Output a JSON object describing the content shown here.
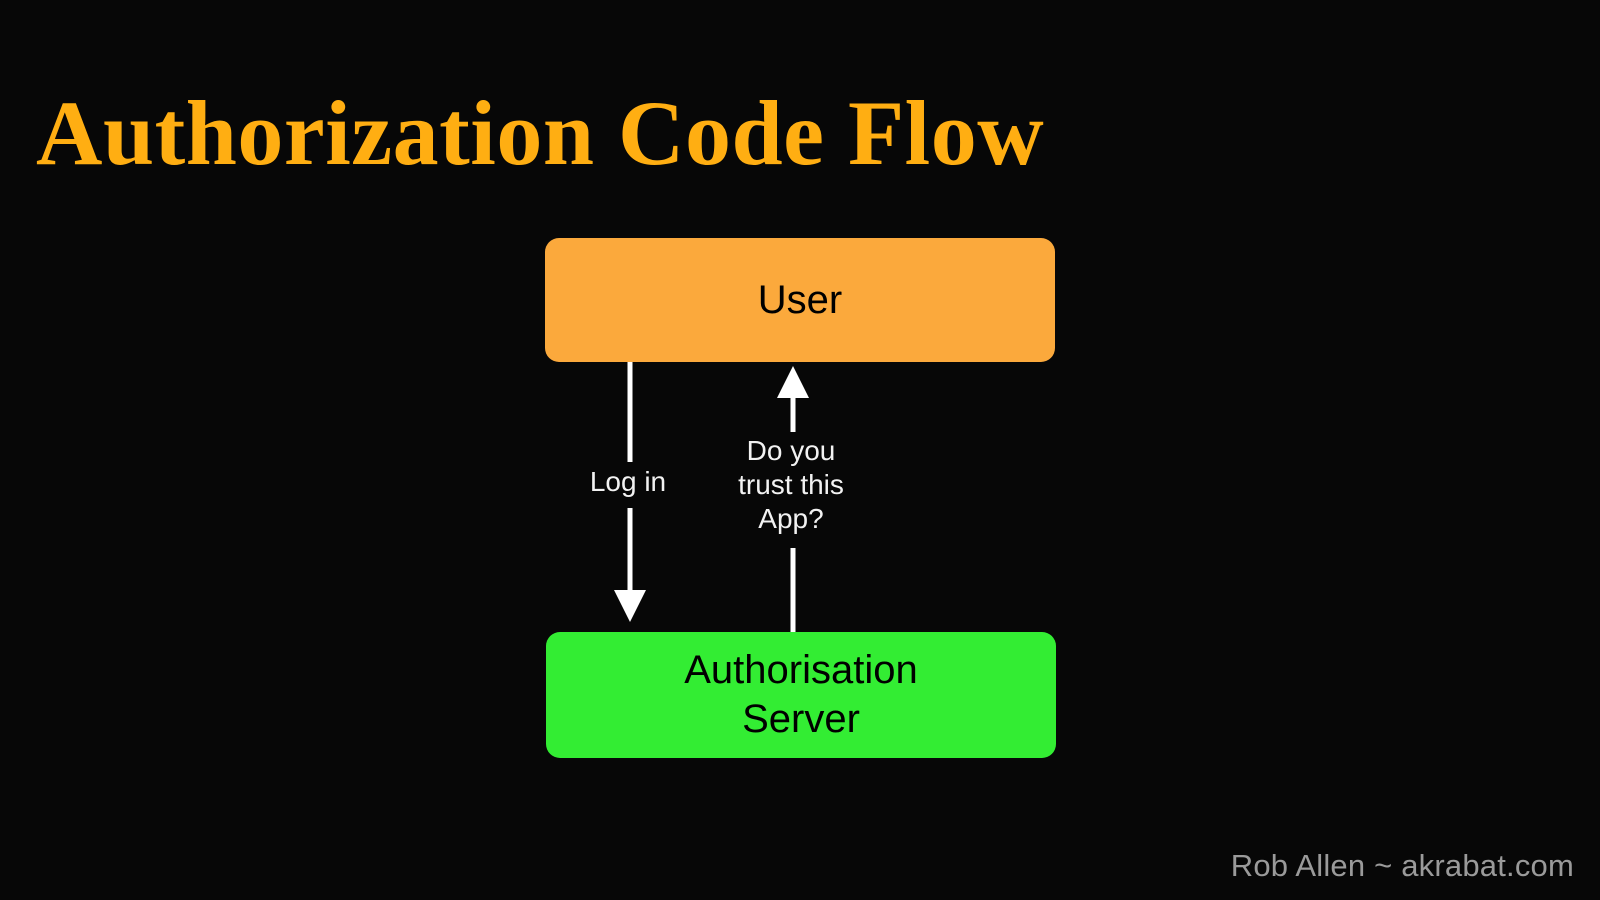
{
  "slide": {
    "title": "Authorization Code Flow",
    "title_color": "#FFAE12",
    "background_color": "#070707",
    "footer_credit": "Rob Allen ~ akrabat.com",
    "footer_color": "#9A9A9A"
  },
  "diagram": {
    "type": "flow",
    "nodes": [
      {
        "id": "user",
        "label": "User",
        "fill": "#FBA93C",
        "text_color": "#000000"
      },
      {
        "id": "auth-server",
        "label": "Authorisation\nServer",
        "fill": "#33ED33",
        "text_color": "#000000"
      }
    ],
    "edges": [
      {
        "id": "login",
        "from": "user",
        "to": "auth-server",
        "direction": "down",
        "label": "Log in",
        "color": "#FFFFFF"
      },
      {
        "id": "trust-prompt",
        "from": "auth-server",
        "to": "user",
        "direction": "up",
        "label": "Do you\ntrust this\nApp?",
        "color": "#FFFFFF"
      }
    ]
  }
}
